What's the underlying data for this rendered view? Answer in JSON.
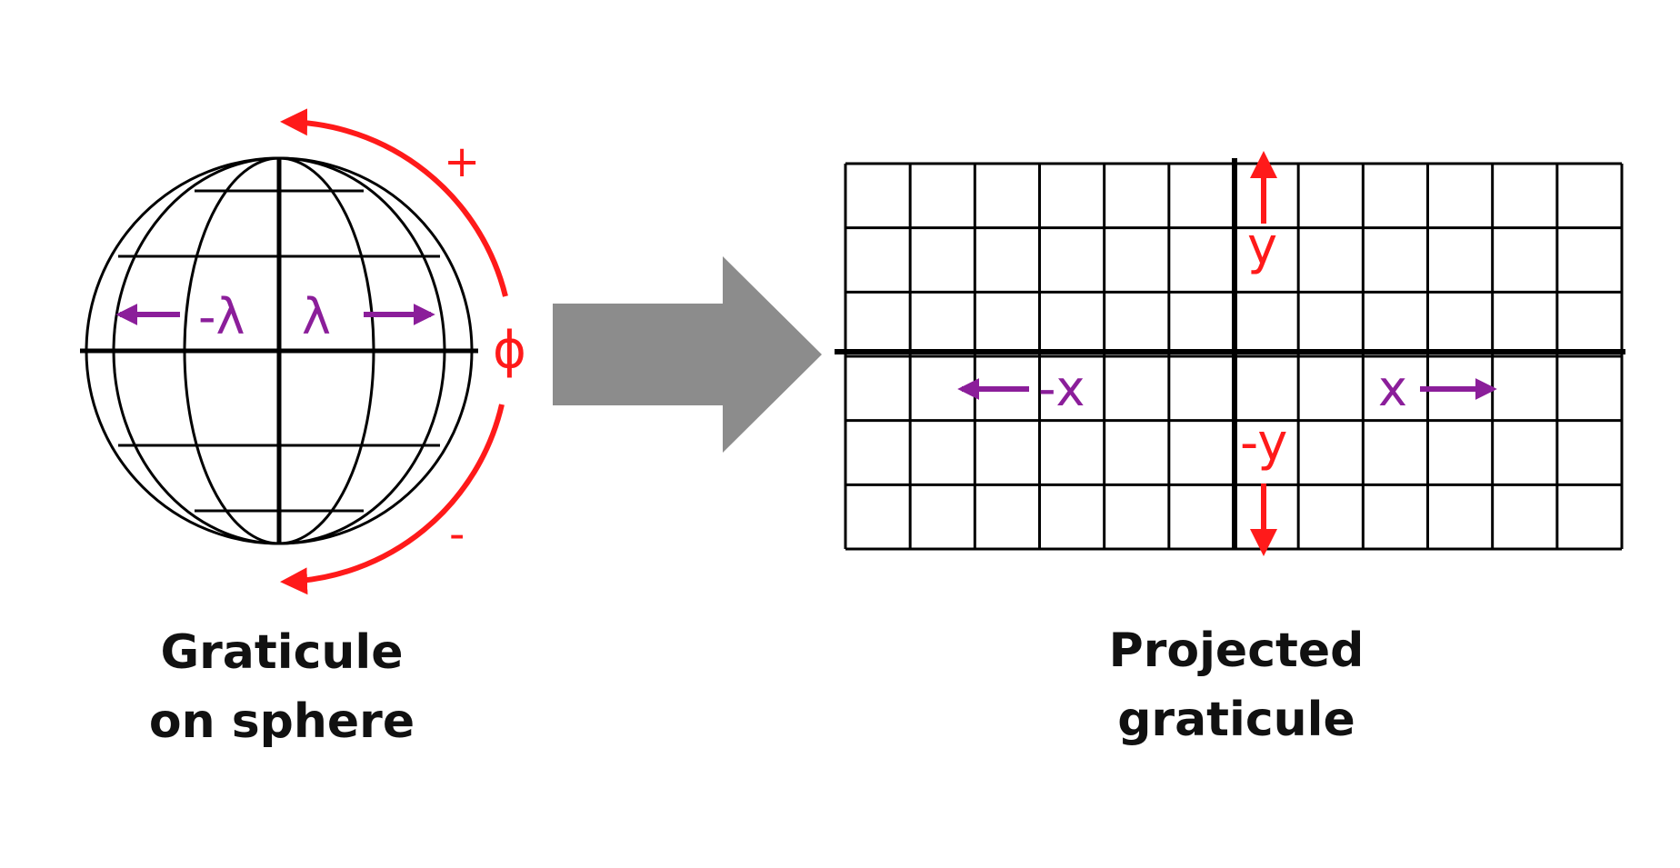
{
  "colors": {
    "grid": "#000000",
    "red": "#ff1a1a",
    "purple": "#8b1e9a",
    "block_arrow": "#8c8c8c",
    "caption": "#111111"
  },
  "sphere": {
    "caption_line1": "Graticule",
    "caption_line2": "on sphere",
    "label_neg_lambda": "-λ",
    "label_lambda": "λ",
    "label_phi": "ϕ",
    "label_plus": "+",
    "label_minus": "-"
  },
  "transform_arrow": {
    "icon": "right-block-arrow-icon"
  },
  "projected": {
    "caption_line1": "Projected",
    "caption_line2": "graticule",
    "label_y": "y",
    "label_neg_y": "-y",
    "label_x": "x",
    "label_neg_x": "-x",
    "columns": 12,
    "rows": 6
  }
}
